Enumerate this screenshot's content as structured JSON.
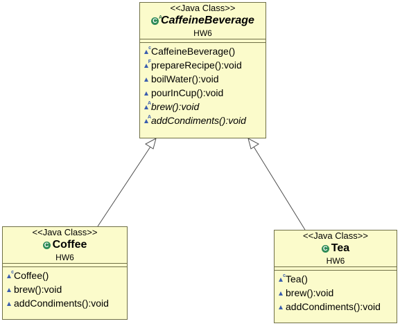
{
  "classes": {
    "caffeine": {
      "stereotype": "<<Java Class>>",
      "name": "CaffeineBeverage",
      "package": "HW6",
      "operations": [
        {
          "label": "CaffeineBeverage()",
          "modifier": "c"
        },
        {
          "label": "prepareRecipe():void",
          "modifier": "F"
        },
        {
          "label": "boilWater():void",
          "modifier": ""
        },
        {
          "label": "pourInCup():void",
          "modifier": ""
        },
        {
          "label": "brew():void",
          "modifier": "A"
        },
        {
          "label": "addCondiments():void",
          "modifier": "A"
        }
      ]
    },
    "coffee": {
      "stereotype": "<<Java Class>>",
      "name": "Coffee",
      "package": "HW6",
      "operations": [
        {
          "label": "Coffee()",
          "modifier": "c"
        },
        {
          "label": "brew():void",
          "modifier": ""
        },
        {
          "label": "addCondiments():void",
          "modifier": ""
        }
      ]
    },
    "tea": {
      "stereotype": "<<Java Class>>",
      "name": "Tea",
      "package": "HW6",
      "operations": [
        {
          "label": "Tea()",
          "modifier": "c"
        },
        {
          "label": "brew():void",
          "modifier": ""
        },
        {
          "label": "addCondiments():void",
          "modifier": ""
        }
      ]
    }
  },
  "colors": {
    "class_fill": "#fbfbcb",
    "class_border": "#6f6f46",
    "class_icon": "#2e8b57",
    "method_icon": "#3a5dae",
    "edge": "#4d4d4d"
  },
  "icons": {
    "class_icon": "class-icon",
    "method_icon": "method-visibility-icon",
    "generalization": "hollow-triangle-arrow"
  }
}
